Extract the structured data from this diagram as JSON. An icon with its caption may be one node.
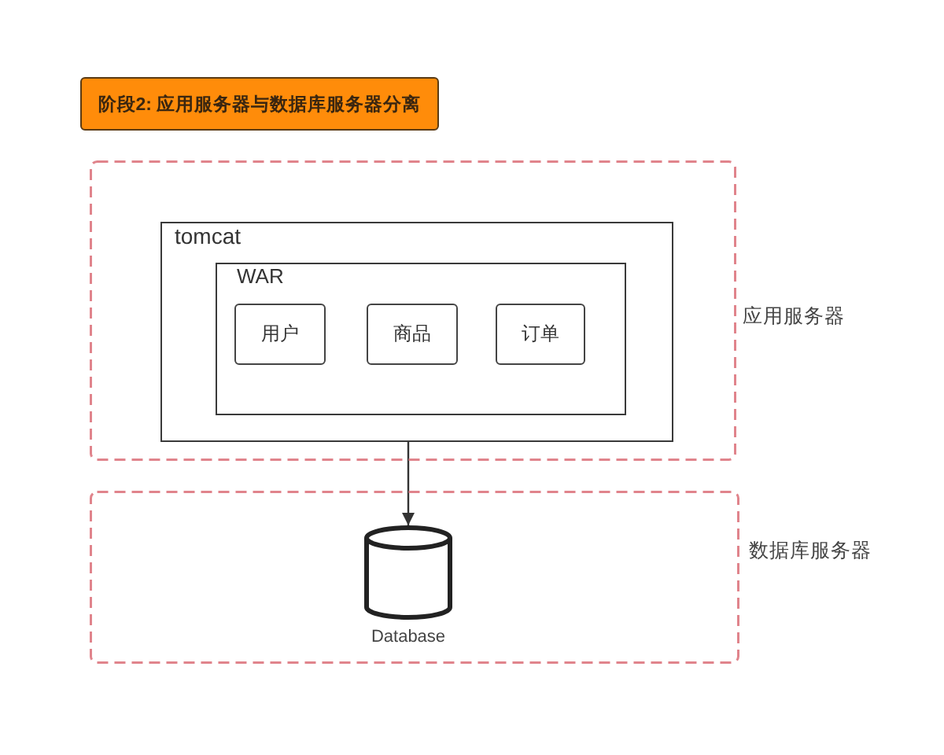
{
  "diagram": {
    "nodes": [
      {
        "text": [
          "阶段2: 应用服务器与数据库服务器分离"
        ]
      },
      {
        "text": [
          "应用服务器"
        ]
      },
      {
        "text": [
          "tomcat"
        ],
        "in": 1
      },
      {
        "text": [
          "WAR"
        ],
        "in": 2
      },
      {
        "text": [
          "用户"
        ],
        "in": 3
      },
      {
        "text": [
          "商品"
        ],
        "in": 3
      },
      {
        "text": [
          "订单"
        ],
        "in": 3
      },
      {
        "text": [
          "数据库服务器"
        ]
      },
      {
        "text": [],
        "shape": "cylinder",
        "beside": [
          "Database"
        ],
        "in": 7
      }
    ],
    "edges": [
      {
        "from": 2,
        "to": 8,
        "arrow": "to"
      }
    ]
  }
}
